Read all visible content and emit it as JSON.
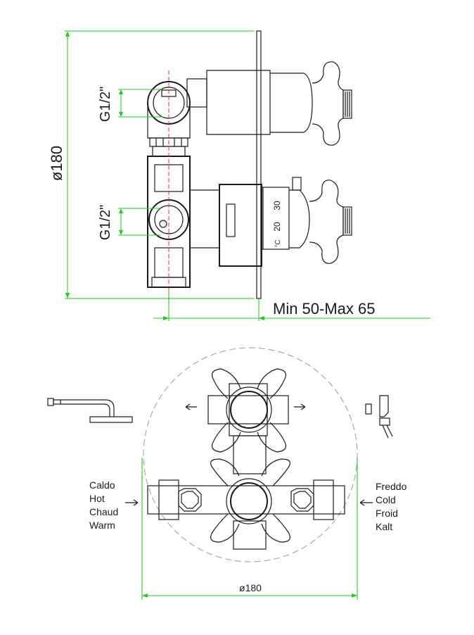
{
  "dims": {
    "diameter_top": "ø180",
    "thread_upper": "G1/2\"",
    "thread_lower": "G1/2\"",
    "depth": "Min 50-Max 65",
    "diameter_bottom": "ø180"
  },
  "scale": {
    "t30": "30",
    "t20": "20",
    "unit": "°C"
  },
  "labels": {
    "hot": [
      "Caldo",
      "Hot",
      "Chaud",
      "Warm"
    ],
    "cold": [
      "Freddo",
      "Cold",
      "Froid",
      "Kalt"
    ]
  },
  "colors": {
    "dimension": "#22cc22",
    "axis": "#cc3333",
    "outline": "#1a1a1a"
  }
}
